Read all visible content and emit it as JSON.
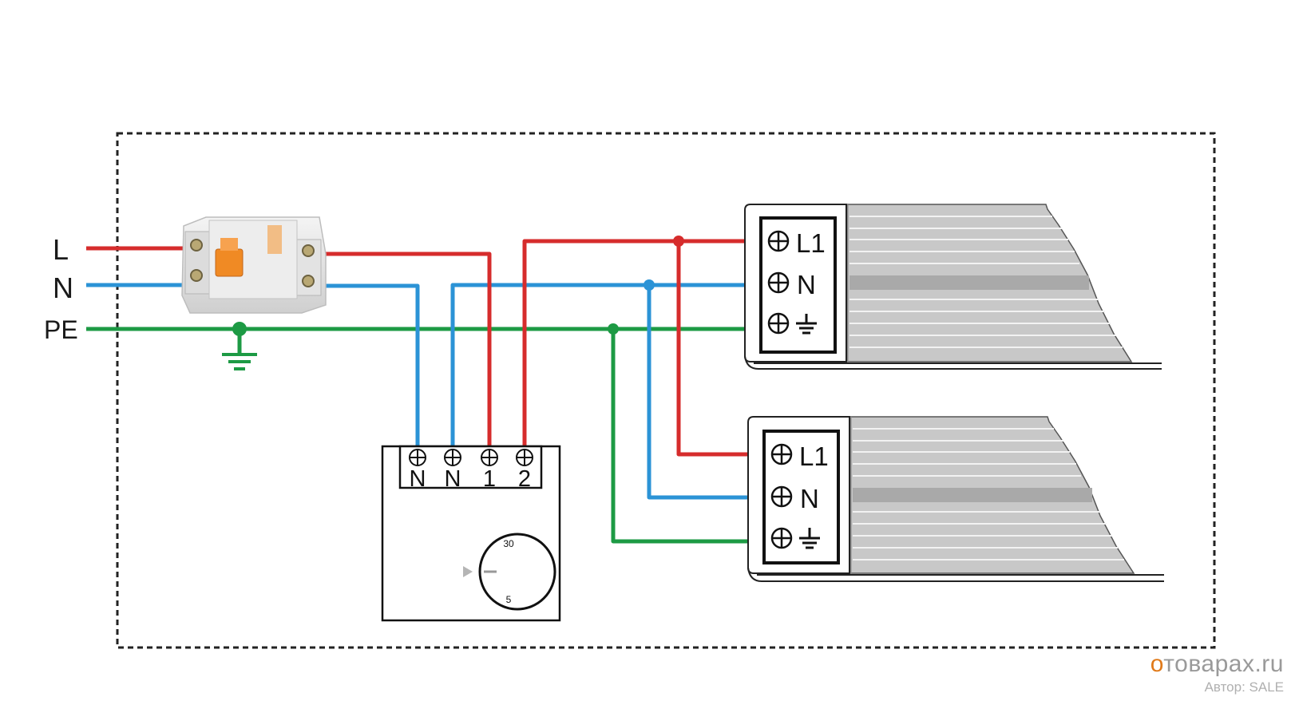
{
  "colors": {
    "phase": "#d62c2c",
    "neutral": "#2b93d6",
    "earth": "#1d9a44",
    "frame": "#222222"
  },
  "inputs": {
    "phase_label": "L",
    "neutral_label": "N",
    "earth_label": "PE"
  },
  "thermostat": {
    "terminals": [
      "N",
      "N",
      "1",
      "2"
    ],
    "dial_max": "30",
    "dial_min": "5"
  },
  "heater_top": {
    "terminals": {
      "phase": "L1",
      "neutral": "N",
      "earth_icon": "ground-icon"
    }
  },
  "heater_bottom": {
    "terminals": {
      "phase": "L1",
      "neutral": "N",
      "earth_icon": "ground-icon"
    }
  },
  "watermark": {
    "site_first": "о",
    "site_rest": "товарах.ru",
    "author": "Автор: SALE"
  }
}
